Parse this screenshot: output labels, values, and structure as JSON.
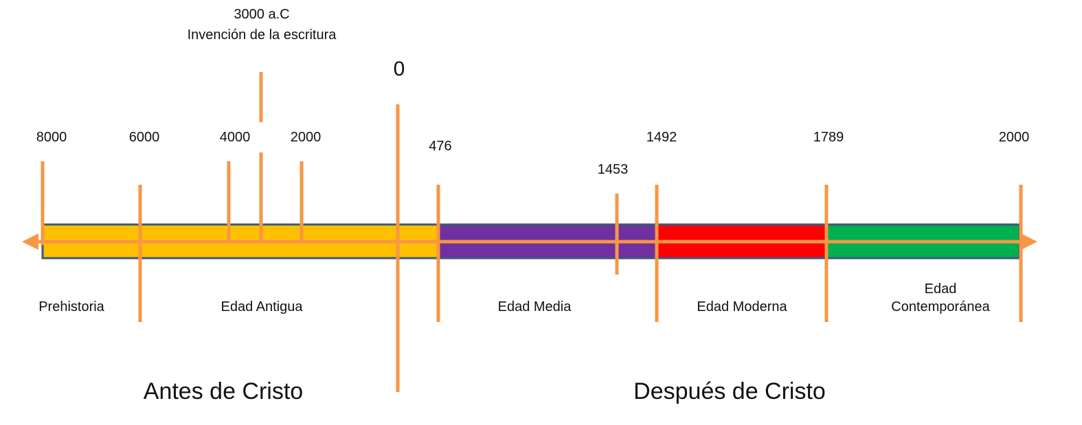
{
  "annotation": {
    "year": "3000 a.C",
    "event": "Invención de la escritura"
  },
  "zero_label": "0",
  "years": {
    "y8000": "8000",
    "y6000": "6000",
    "y4000": "4000",
    "y2000bc": "2000",
    "y476": "476",
    "y1453": "1453",
    "y1492": "1492",
    "y1789": "1789",
    "y2000": "2000"
  },
  "eras": {
    "prehistoria": "Prehistoria",
    "antigua": "Edad Antigua",
    "media": "Edad Media",
    "moderna": "Edad Moderna",
    "contemporanea_line1": "Edad",
    "contemporanea_line2": "Contemporánea"
  },
  "halves": {
    "before": "Antes de Cristo",
    "after": "Después de Cristo"
  },
  "colors": {
    "antigua": "#ffc000",
    "media": "#7030a0",
    "moderna": "#ff0000",
    "contemporanea": "#00b050",
    "axis": "#f79646",
    "border": "#3a5a7a"
  }
}
